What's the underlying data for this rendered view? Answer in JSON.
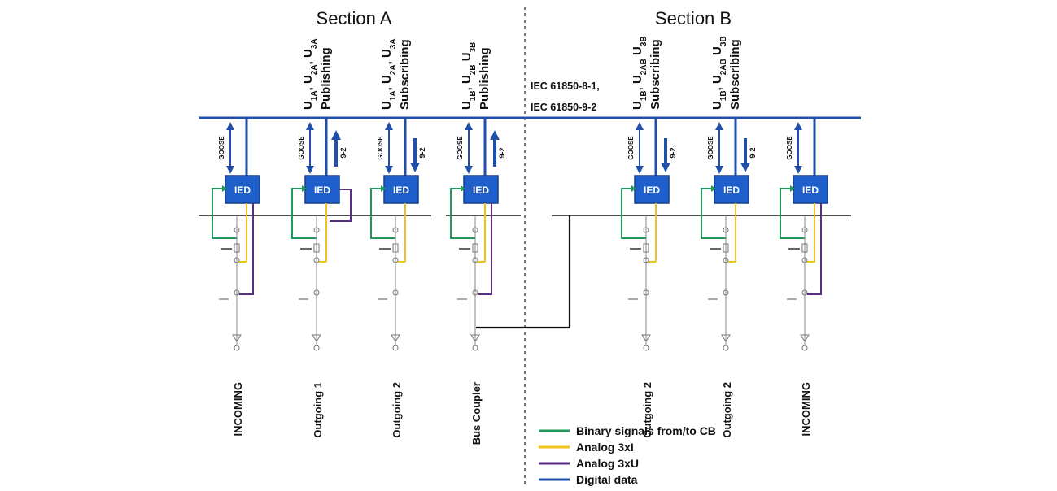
{
  "sections": [
    {
      "label": "Section A"
    },
    {
      "label": "Section B"
    }
  ],
  "standard": {
    "line1": "IEC 61850-8-1,",
    "line2": "IEC 61850-9-2"
  },
  "ied_label": "IED",
  "goose_label": "GOOSE",
  "sv_label": "9-2",
  "bays": [
    {
      "feeder": "INCOMING",
      "mode": "",
      "volt": null,
      "arrow": "none"
    },
    {
      "feeder": "Outgoing 1",
      "mode": "Publishing",
      "volt": [
        "U",
        "1A",
        ", U",
        "2A",
        ", U",
        "3A",
        ""
      ],
      "arrow": "up"
    },
    {
      "feeder": "Outgoing 2",
      "mode": "Subscribing",
      "volt": [
        "U",
        "1A",
        ", U",
        "2A",
        ", U",
        "3A",
        ""
      ],
      "arrow": "down"
    },
    {
      "feeder": "Bus Coupler",
      "mode": "Publishing",
      "volt": [
        "U",
        "1B",
        ", U",
        "2B",
        " U",
        "3B",
        ""
      ],
      "arrow": "up"
    },
    {
      "feeder": "Outgoing 2",
      "mode": "Subscribing",
      "volt": [
        "U",
        "1B",
        ", U",
        "2AB",
        " U",
        "3B",
        ""
      ],
      "arrow": "down"
    },
    {
      "feeder": "Outgoing 2",
      "mode": "Subscribing",
      "volt": [
        "U",
        "1B",
        ", U",
        "2AB",
        " U",
        "3B",
        ""
      ],
      "arrow": "down"
    },
    {
      "feeder": "INCOMING",
      "mode": "",
      "volt": null,
      "arrow": "none"
    }
  ],
  "legend": [
    {
      "label": "Binary signals from/to CB",
      "color": "#1f9a5a"
    },
    {
      "label": "Analog 3xI",
      "color": "#f3c21b"
    },
    {
      "label": "Analog 3xU",
      "color": "#5a2d82"
    },
    {
      "label": "Digital data",
      "color": "#1f4fa8"
    }
  ],
  "colors": {
    "bus": "#1f4fa8",
    "ied": "#1f5fcc",
    "ied_border": "#153f8f"
  }
}
